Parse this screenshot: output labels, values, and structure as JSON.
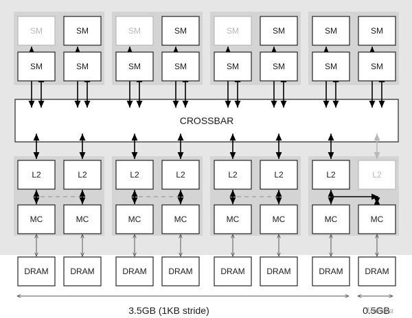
{
  "colors": {
    "chip_background": "#e6e6e6",
    "group_background": "#d4d4d4",
    "box_border": "#222222",
    "disabled_border": "#b8b8b8",
    "disabled_text": "#b8b8b8"
  },
  "sm_groups": [
    {
      "rows": [
        [
          {
            "label": "SM",
            "disabled": true
          },
          {
            "label": "SM",
            "disabled": false
          }
        ],
        [
          {
            "label": "SM",
            "disabled": false
          },
          {
            "label": "SM",
            "disabled": false
          }
        ]
      ]
    },
    {
      "rows": [
        [
          {
            "label": "SM",
            "disabled": true
          },
          {
            "label": "SM",
            "disabled": false
          }
        ],
        [
          {
            "label": "SM",
            "disabled": false
          },
          {
            "label": "SM",
            "disabled": false
          }
        ]
      ]
    },
    {
      "rows": [
        [
          {
            "label": "SM",
            "disabled": true
          },
          {
            "label": "SM",
            "disabled": false
          }
        ],
        [
          {
            "label": "SM",
            "disabled": false
          },
          {
            "label": "SM",
            "disabled": false
          }
        ]
      ]
    },
    {
      "rows": [
        [
          {
            "label": "SM",
            "disabled": false
          },
          {
            "label": "SM",
            "disabled": false
          }
        ],
        [
          {
            "label": "SM",
            "disabled": false
          },
          {
            "label": "SM",
            "disabled": false
          }
        ]
      ]
    }
  ],
  "crossbar": {
    "label": "CROSSBAR"
  },
  "memory_groups": [
    {
      "units": [
        {
          "l2": "L2",
          "mc": "MC",
          "dram": "DRAM",
          "l2_disabled": false
        },
        {
          "l2": "L2",
          "mc": "MC",
          "dram": "DRAM",
          "l2_disabled": false
        }
      ]
    },
    {
      "units": [
        {
          "l2": "L2",
          "mc": "MC",
          "dram": "DRAM",
          "l2_disabled": false
        },
        {
          "l2": "L2",
          "mc": "MC",
          "dram": "DRAM",
          "l2_disabled": false
        }
      ]
    },
    {
      "units": [
        {
          "l2": "L2",
          "mc": "MC",
          "dram": "DRAM",
          "l2_disabled": false
        },
        {
          "l2": "L2",
          "mc": "MC",
          "dram": "DRAM",
          "l2_disabled": false
        }
      ]
    },
    {
      "units": [
        {
          "l2": "L2",
          "mc": "MC",
          "dram": "DRAM",
          "l2_disabled": false
        },
        {
          "l2": "L2",
          "mc": "MC",
          "dram": "DRAM",
          "l2_disabled": true
        }
      ]
    }
  ],
  "memory_labels": {
    "main": "3.5GB (1KB stride)",
    "small": "0.5GB"
  },
  "watermark": "Harara"
}
